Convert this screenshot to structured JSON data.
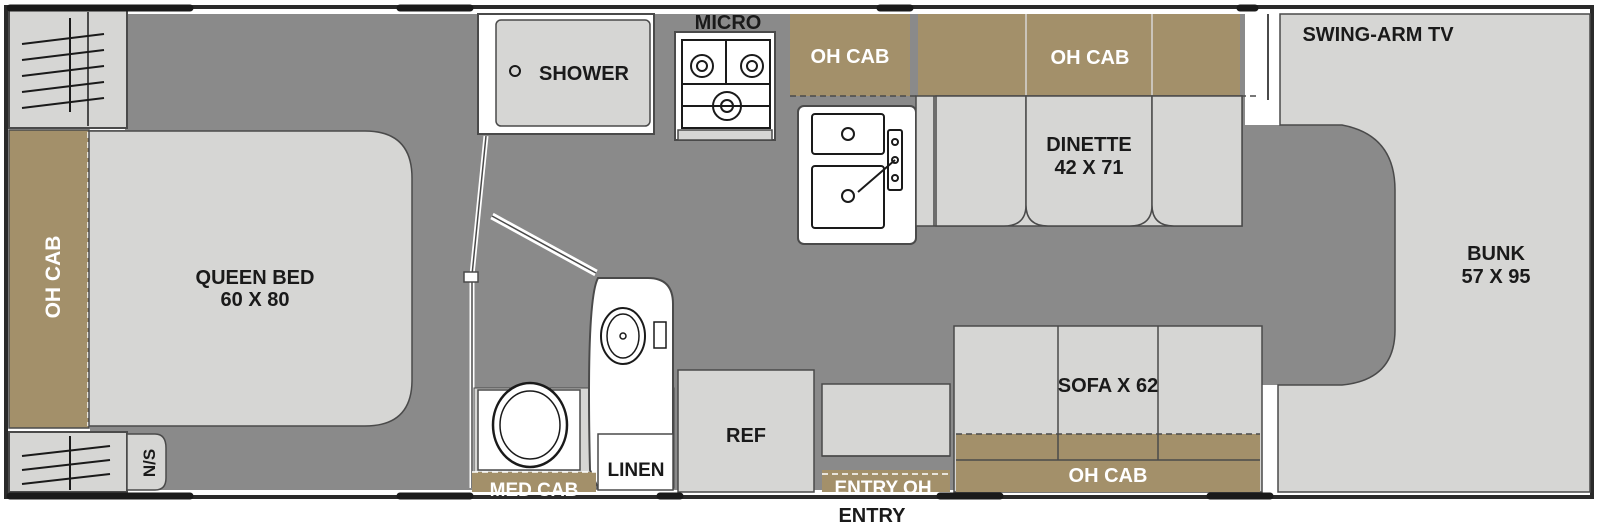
{
  "colors": {
    "floor": "#8a8a8a",
    "furniture": "#d6d6d4",
    "cabinet": "#a3906a",
    "wall": "#2a2a2a",
    "outline": "#4a4a4a",
    "label_dark": "#1a1a1a",
    "label_light": "#ffffff"
  },
  "labels": {
    "micro": "MICRO",
    "shower": "SHOWER",
    "oh_cab_galley": "OH CAB",
    "oh_cab_dinette": "OH CAB",
    "swing_arm_tv": "SWING-ARM TV",
    "dinette": "DINETTE",
    "dinette_size": "42 X 71",
    "bunk": "BUNK",
    "bunk_size": "57 X 95",
    "queen_bed": "QUEEN BED",
    "queen_bed_size": "60 X 80",
    "oh_cab_rear": "OH CAB",
    "ns": "N/S",
    "med_cab": "MED CAB",
    "linen": "LINEN",
    "ref": "REF",
    "entry_oh": "ENTRY OH",
    "entry": "ENTRY",
    "sofa": "SOFA X 62",
    "oh_cab_sofa": "OH CAB"
  },
  "icons": [
    "stovetop-icon",
    "sink-icon",
    "toilet-icon",
    "lavatory-sink-icon",
    "wardrobe-hanger-icon"
  ]
}
